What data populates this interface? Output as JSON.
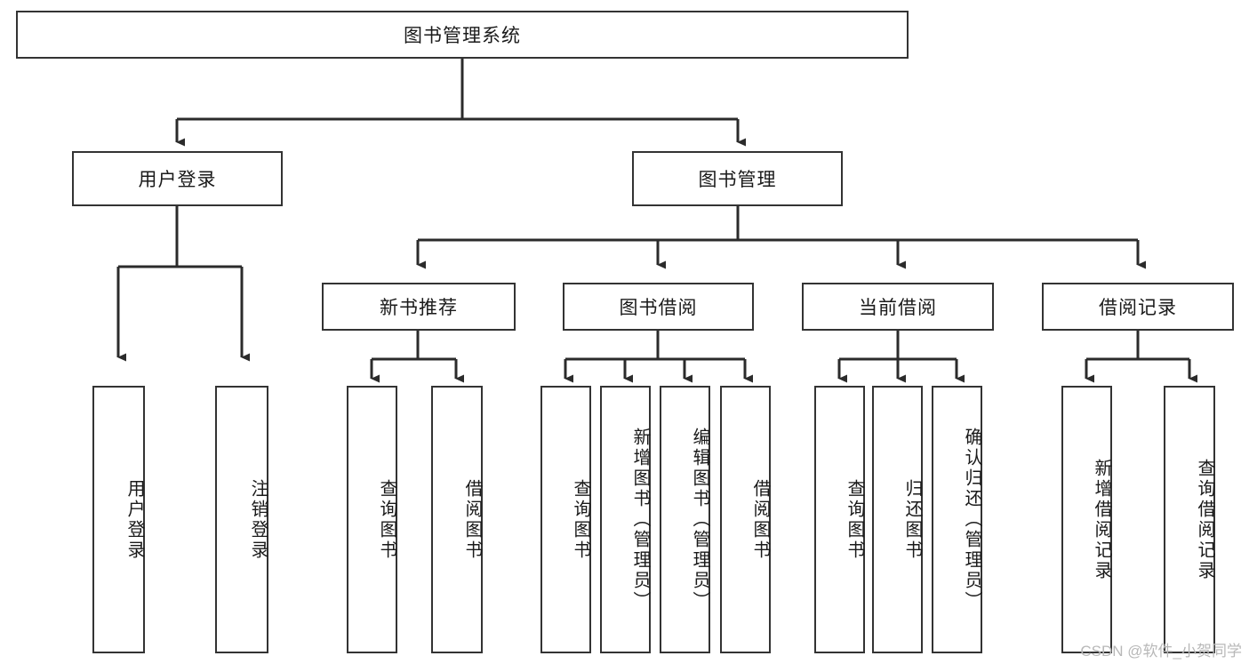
{
  "diagram": {
    "type": "tree-hierarchy-diagram",
    "title": "图书管理系统",
    "watermark": "CSDN @软件_小贺同学",
    "colors": {
      "node_border": "#333333",
      "node_fill": "#ffffff",
      "edge": "#2b2b2b",
      "text": "#1a1a1a",
      "watermark": "#b8b8b8",
      "background": "#ffffff"
    },
    "levels": {
      "root": {
        "label": "图书管理系统",
        "orientation": "horizontal"
      },
      "level2": [
        {
          "id": "user-login",
          "label": "用户登录",
          "orientation": "horizontal"
        },
        {
          "id": "book-manage",
          "label": "图书管理",
          "orientation": "horizontal"
        }
      ],
      "level3": [
        {
          "id": "new-book-recommend",
          "label": "新书推荐",
          "orientation": "horizontal",
          "parent": "book-manage"
        },
        {
          "id": "book-borrow",
          "label": "图书借阅",
          "orientation": "horizontal",
          "parent": "book-manage"
        },
        {
          "id": "current-borrow",
          "label": "当前借阅",
          "orientation": "horizontal",
          "parent": "book-manage"
        },
        {
          "id": "borrow-record",
          "label": "借阅记录",
          "orientation": "horizontal",
          "parent": "book-manage"
        }
      ],
      "leaves": [
        {
          "id": "leaf-user-login",
          "label": "用户登录",
          "parent": "user-login",
          "orientation": "vertical"
        },
        {
          "id": "leaf-user-logout",
          "label": "注销登录",
          "parent": "user-login",
          "orientation": "vertical"
        },
        {
          "id": "leaf-query-book-1",
          "label": "查询图书",
          "parent": "new-book-recommend",
          "orientation": "vertical"
        },
        {
          "id": "leaf-borrow-book-1",
          "label": "借阅图书",
          "parent": "new-book-recommend",
          "orientation": "vertical"
        },
        {
          "id": "leaf-query-book-2",
          "label": "查询图书",
          "parent": "book-borrow",
          "orientation": "vertical"
        },
        {
          "id": "leaf-add-book",
          "label": "新增图书（管理员）",
          "parent": "book-borrow",
          "orientation": "vertical"
        },
        {
          "id": "leaf-edit-book",
          "label": "编辑图书（管理员）",
          "parent": "book-borrow",
          "orientation": "vertical"
        },
        {
          "id": "leaf-borrow-book-2",
          "label": "借阅图书",
          "parent": "book-borrow",
          "orientation": "vertical"
        },
        {
          "id": "leaf-query-book-3",
          "label": "查询图书",
          "parent": "current-borrow",
          "orientation": "vertical"
        },
        {
          "id": "leaf-return-book",
          "label": "归还图书",
          "parent": "current-borrow",
          "orientation": "vertical"
        },
        {
          "id": "leaf-confirm-return",
          "label": "确认归还（管理员）",
          "parent": "current-borrow",
          "orientation": "vertical"
        },
        {
          "id": "leaf-add-record",
          "label": "新增借阅记录",
          "parent": "borrow-record",
          "orientation": "vertical"
        },
        {
          "id": "leaf-query-record",
          "label": "查询借阅记录",
          "parent": "borrow-record",
          "orientation": "vertical"
        }
      ]
    }
  }
}
